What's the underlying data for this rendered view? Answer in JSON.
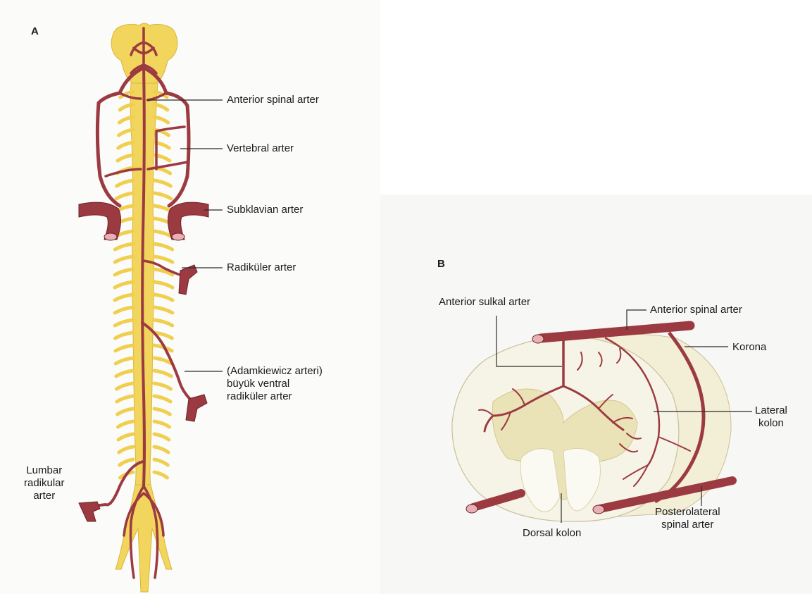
{
  "panel_a": {
    "letter": "A",
    "labels": {
      "anterior_spinal": "Anterior spinal arter",
      "vertebral": "Vertebral arter",
      "subclavian": "Subklavian arter",
      "radicular": "Radiküler arter",
      "adamkiewicz": "(Adamkiewicz arteri)\nbüyük ventral\nradiküler arter",
      "lumbar": "Lumbar\nradikular\narter"
    }
  },
  "panel_b": {
    "letter": "B",
    "labels": {
      "anterior_spinal": "Anterior spinal arter",
      "anterior_sulcal": "Anterior sulkal arter",
      "korona": "Korona",
      "lateral_kolon": "Lateral\nkolon",
      "posterolateral": "Posterolateral\nspinal arter",
      "dorsal_kolon": "Dorsal kolon"
    }
  },
  "colors": {
    "artery": "#9c3a42",
    "artery_dark": "#6e2028",
    "cord": "#f2d55c",
    "cord_light": "#f8e79a",
    "white_matter": "#f6f4e6",
    "gray_matter": "#ebe3b8"
  }
}
